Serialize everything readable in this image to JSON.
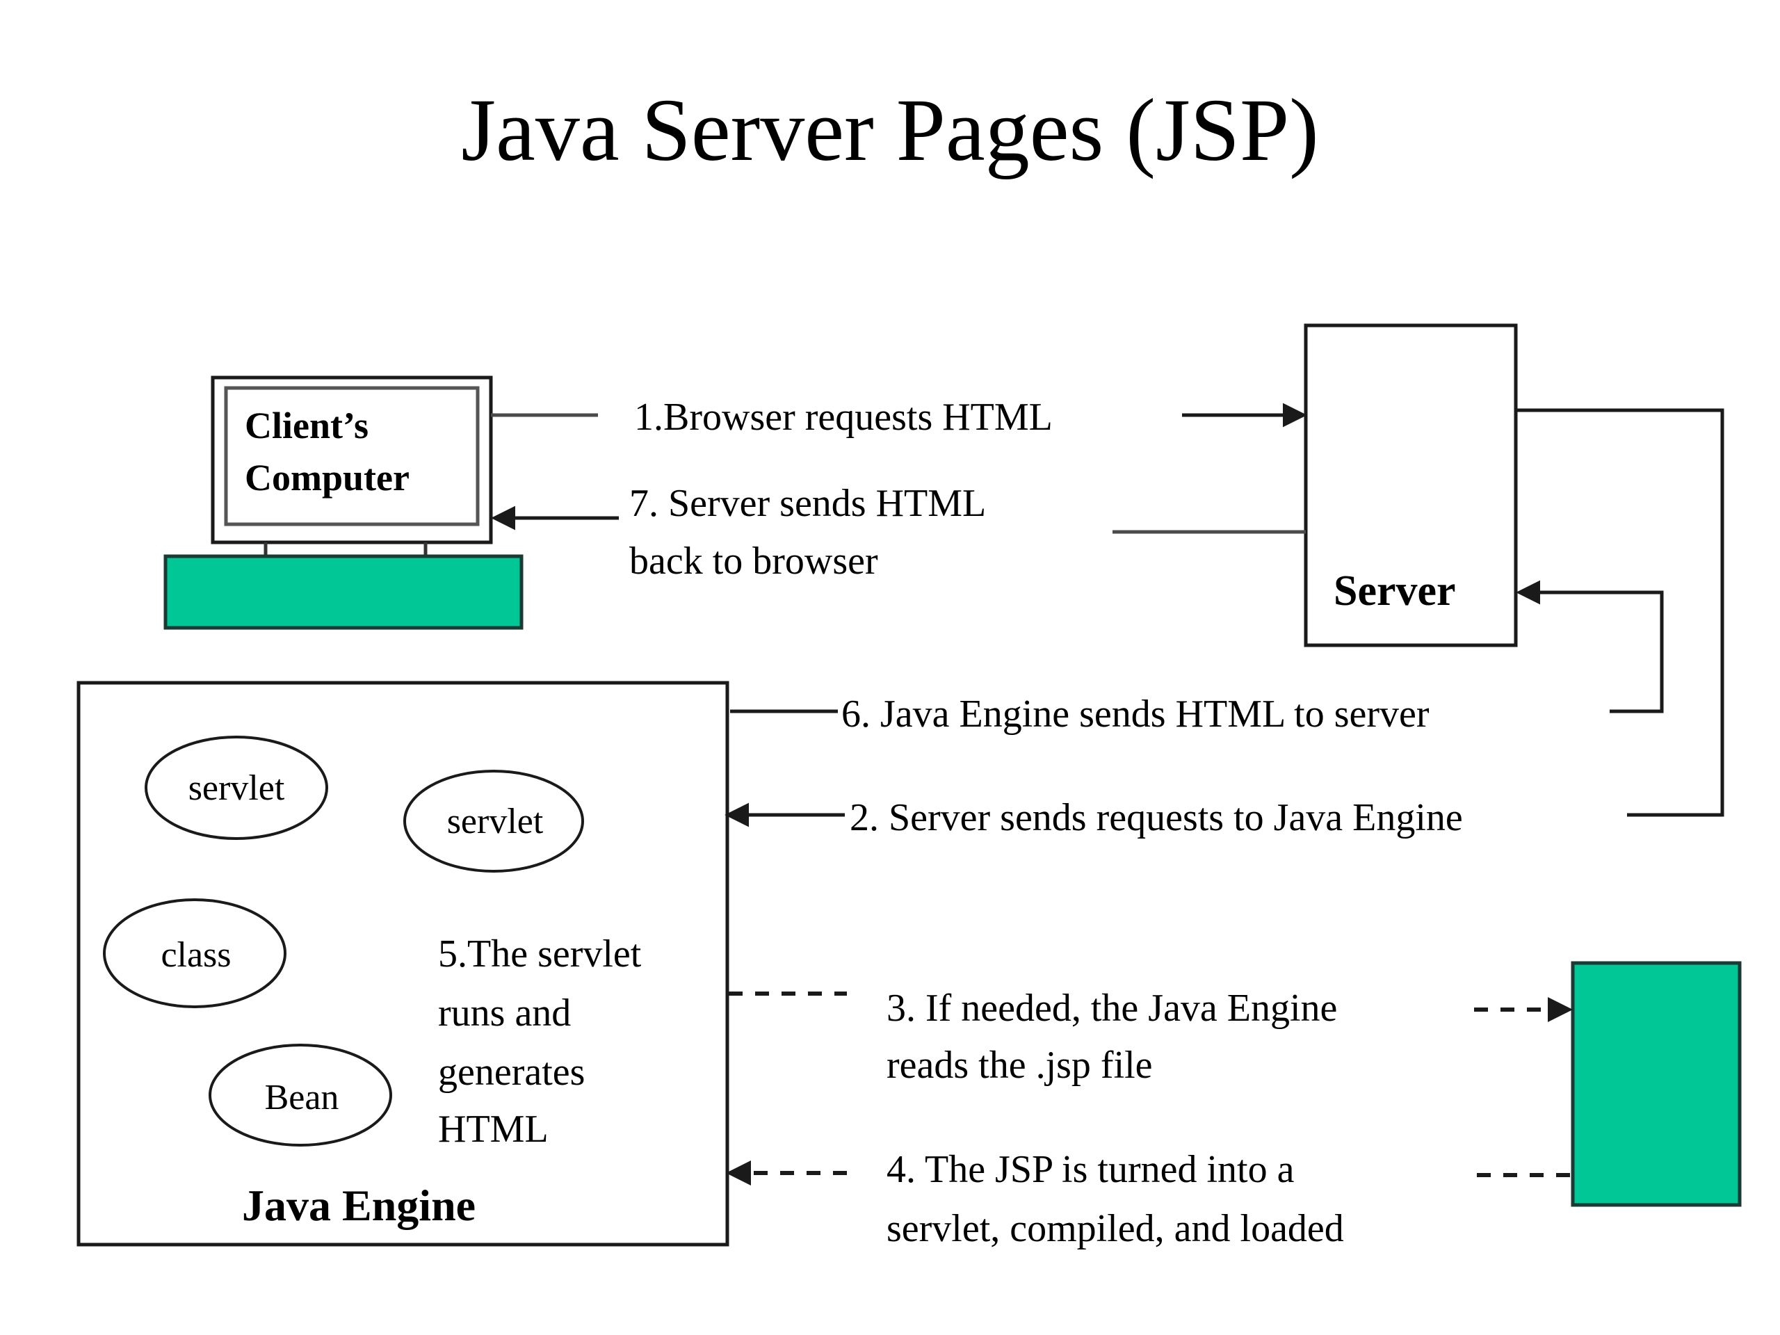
{
  "slide": {
    "title": "Java Server Pages (JSP)"
  },
  "nodes": {
    "client": {
      "label_line1": "Client’s",
      "label_line2": "Computer",
      "keyboard_color": "#00C795"
    },
    "server": {
      "label": "Server"
    },
    "java_engine": {
      "label": "Java Engine",
      "ovals": [
        {
          "label": "servlet"
        },
        {
          "label": "servlet"
        },
        {
          "label": "class"
        },
        {
          "label": "Bean"
        }
      ],
      "note": {
        "line1": "5.The servlet",
        "line2": "runs and",
        "line3": "generates",
        "line4": "HTML"
      }
    },
    "jsp_file": {
      "color": "#00C795"
    }
  },
  "steps": [
    {
      "number": "1",
      "text_lines": [
        "1.Browser requests HTML"
      ],
      "style": "solid",
      "direction": "client-to-server"
    },
    {
      "number": "7",
      "text_lines": [
        "7. Server sends HTML",
        "back to browser"
      ],
      "style": "solid",
      "direction": "server-to-client"
    },
    {
      "number": "6",
      "text_lines": [
        "6. Java Engine sends HTML to server"
      ],
      "style": "solid",
      "direction": "engine-to-server"
    },
    {
      "number": "2",
      "text_lines": [
        "2. Server sends requests to Java Engine"
      ],
      "style": "solid",
      "direction": "server-to-engine"
    },
    {
      "number": "3",
      "text_lines": [
        "3. If needed, the Java Engine",
        "reads the .jsp file"
      ],
      "style": "dashed",
      "direction": "engine-to-file"
    },
    {
      "number": "4",
      "text_lines": [
        "4. The JSP is turned into a",
        "servlet, compiled, and loaded"
      ],
      "style": "dashed",
      "direction": "file-to-engine"
    }
  ],
  "colors": {
    "accent_green": "#00C795",
    "line": "#1a1a1a",
    "background": "#ffffff"
  }
}
